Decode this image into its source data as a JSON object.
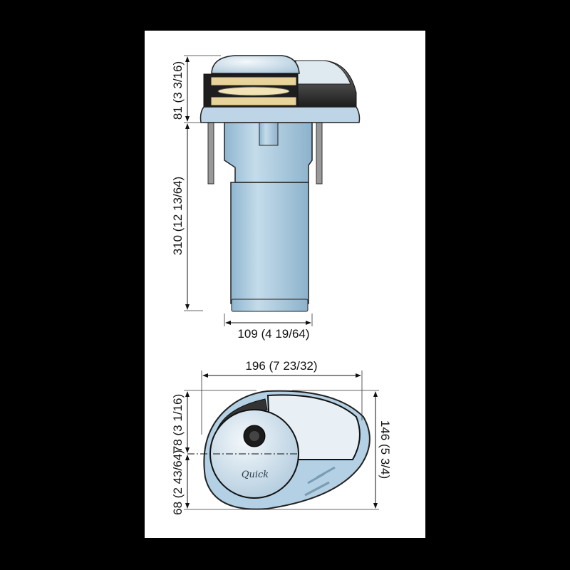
{
  "side_view": {
    "dimensions": {
      "height_top": "81 (3 3/16)",
      "height_body": "310 (12 13/64)",
      "width_body": "109 (4 19/64)"
    }
  },
  "top_view": {
    "dimensions": {
      "overall_width": "196 (7 23/32)",
      "upper_half": "78 (3 1/16)",
      "lower_half": "68 (2 43/64)",
      "overall_depth": "146 (5 3/4)"
    },
    "logo": "Quick"
  },
  "colors": {
    "background": "#000000",
    "panel": "#ffffff",
    "body_blue": "#a9cbe0",
    "gypsy_gold": "#e8d49a",
    "housing_dark": "#2b2b2b"
  }
}
